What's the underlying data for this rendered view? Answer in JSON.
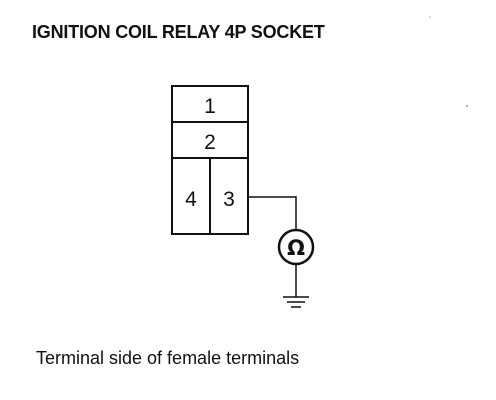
{
  "title": "IGNITION COIL RELAY 4P SOCKET",
  "caption": "Terminal side of female terminals",
  "socket": {
    "terminals": [
      {
        "number": "1"
      },
      {
        "number": "2"
      },
      {
        "number": "4"
      },
      {
        "number": "3"
      }
    ]
  },
  "meter": {
    "symbol": "Ω",
    "icon": "ohmmeter-icon"
  },
  "ground": {
    "icon": "ground-icon"
  },
  "colors": {
    "ink": "#111111",
    "background": "#ffffff"
  }
}
